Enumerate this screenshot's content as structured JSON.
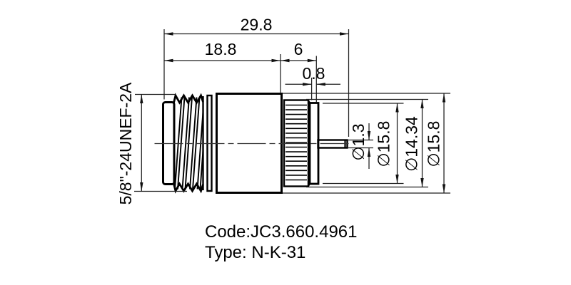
{
  "drawing": {
    "dimensions": {
      "overall_length": "29.8",
      "body_length": "18.8",
      "coupling_length": "6",
      "step": "0.8",
      "thread_spec": "5/8\"-24UNEF-2A",
      "pin_dia": "∅1.3",
      "inner_dia": "∅15.8",
      "knurl_dia": "∅14.34",
      "outer_dia": "∅15.8"
    },
    "footer": {
      "code": "Code:JC3.660.4961",
      "type": "Type: N-K-31"
    },
    "colors": {
      "line": "#000000",
      "dimension_line": "#1f1f1f",
      "background": "#ffffff"
    }
  }
}
